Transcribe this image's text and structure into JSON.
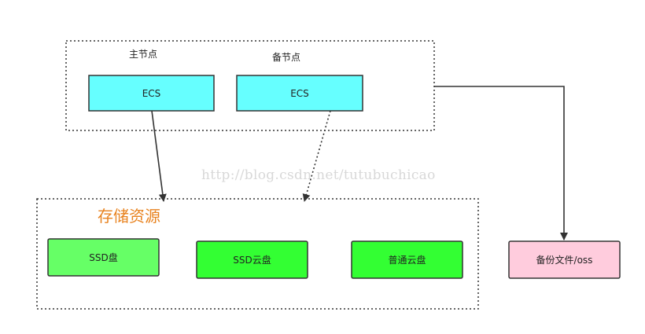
{
  "nodes": {
    "primary_label": "主节点",
    "standby_label": "备节点",
    "primary_ecs": "ECS",
    "standby_ecs": "ECS"
  },
  "storage": {
    "title": "存储资源",
    "ssd_disk": "SSD盘",
    "ssd_cloud_disk": "SSD云盘",
    "standard_cloud_disk": "普通云盘"
  },
  "backup": {
    "label": "备份文件/oss"
  },
  "watermark": "http://blog.csdn.net/tutubuchicao",
  "colors": {
    "ecs_fill": "#66ffff",
    "ssd_fill": "#66ff66",
    "cloud_disk_fill": "#33ff33",
    "backup_fill": "#ffccdd",
    "storage_title": "#e8821e",
    "stroke": "#333333"
  }
}
